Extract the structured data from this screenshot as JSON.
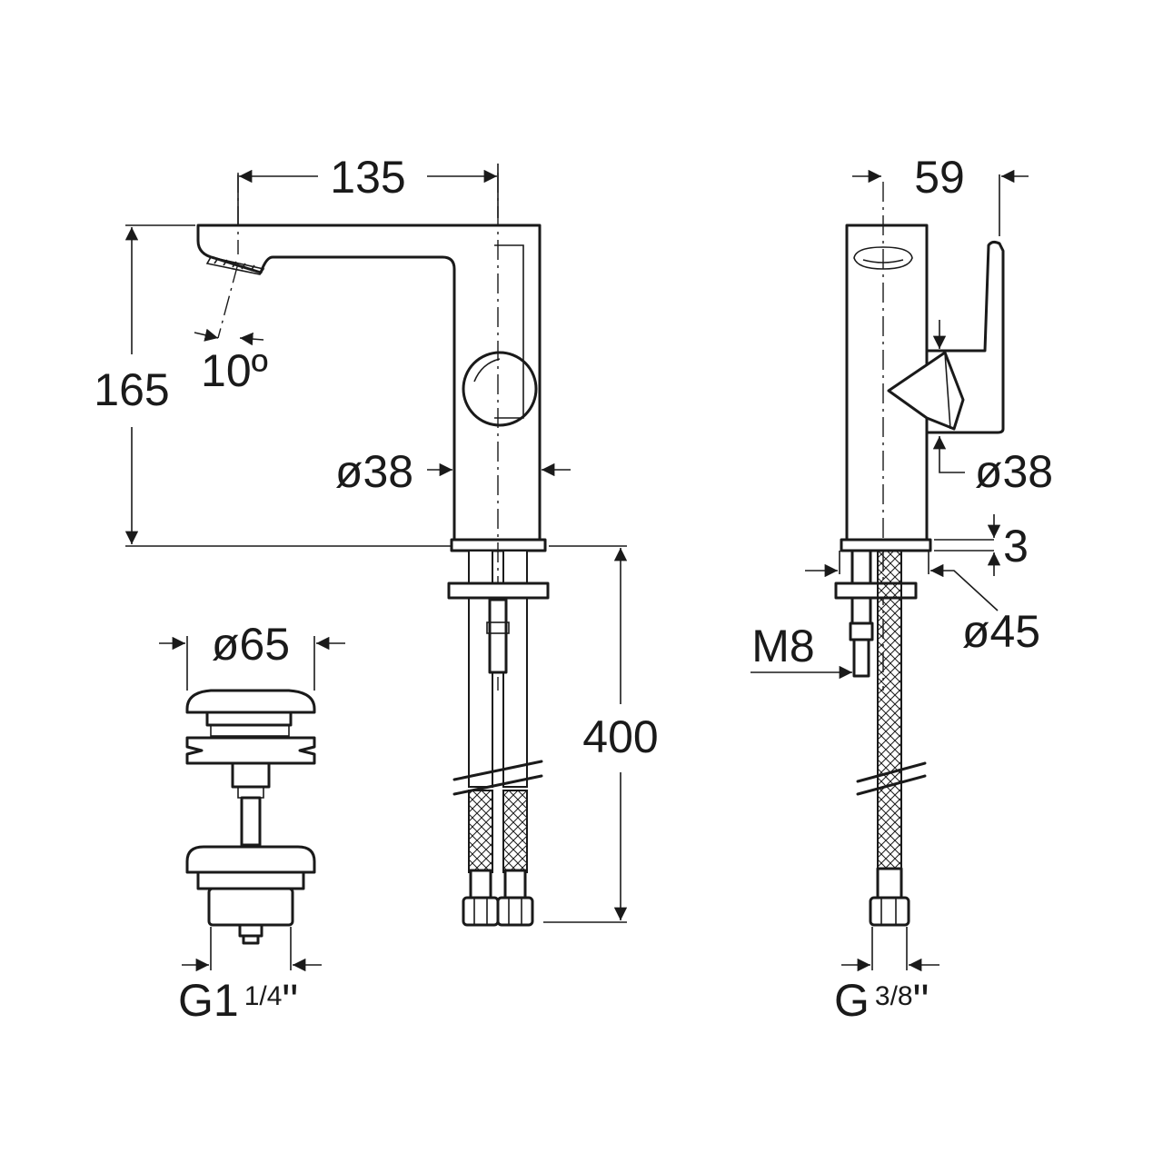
{
  "dimensions": {
    "spout_reach": "135",
    "height": "165",
    "spout_angle": "10º",
    "body_diameter_front": "ø38",
    "hose_length": "400",
    "waste_diameter": "ø65",
    "waste_thread": {
      "main": "G1",
      "fraction": "1/4",
      "mark": "\""
    },
    "side_depth": "59",
    "body_diameter_side": "ø38",
    "base_thickness": "3",
    "base_diameter": "ø45",
    "stud_thread": "M8",
    "hose_thread": {
      "main": "G",
      "fraction": "3/8",
      "mark": "\""
    }
  }
}
